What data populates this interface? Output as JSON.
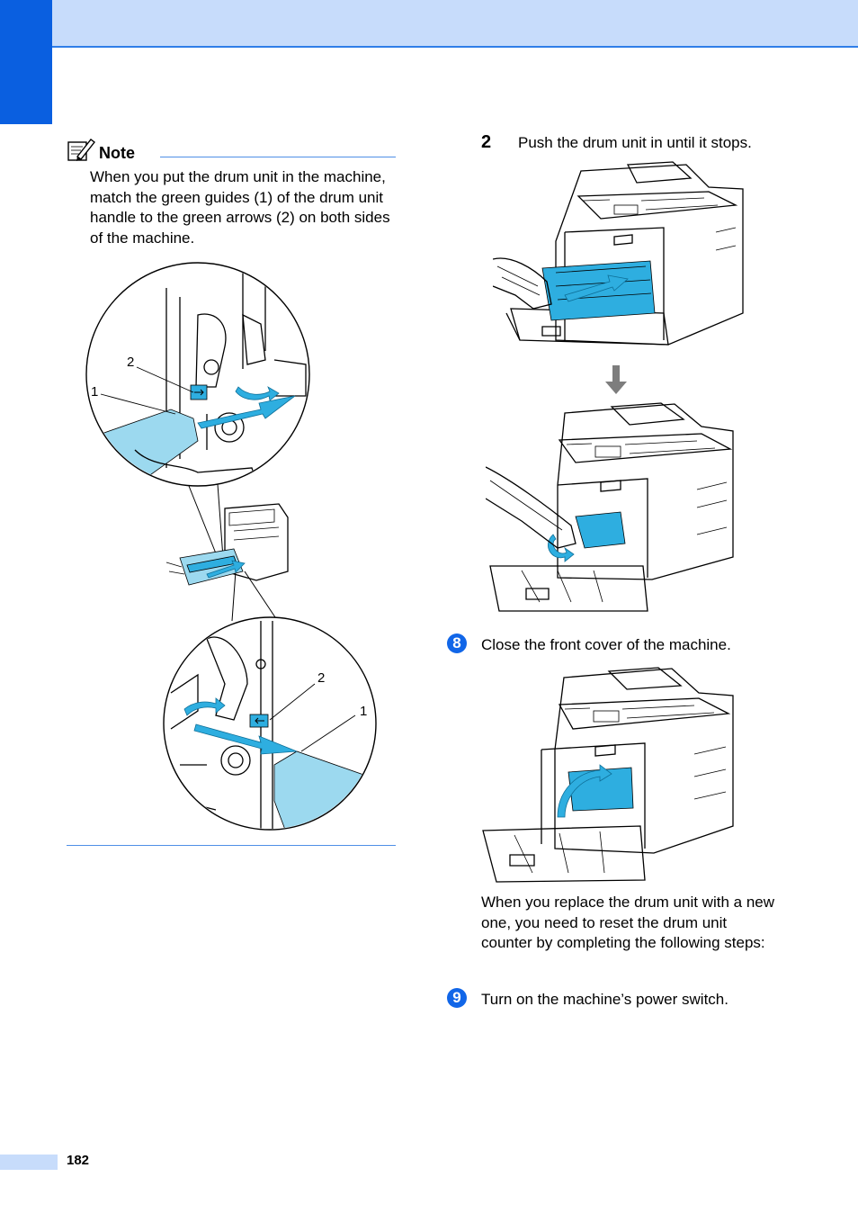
{
  "note": {
    "title": "Note",
    "text": "When you put the drum unit in the machine, match the green guides (1) of the drum unit handle to the green arrows (2) on both sides of the machine.",
    "callouts": {
      "top_2": "2",
      "top_1": "1",
      "bottom_2": "2",
      "bottom_1": "1"
    }
  },
  "steps": [
    {
      "number": "2",
      "text": "Push the drum unit in until it stops."
    },
    {
      "number": "8",
      "text": "Close the front cover of the machine."
    },
    {
      "number": "",
      "text": "When you replace the drum unit with a new one, you need to reset the drum unit counter by completing the following steps:"
    },
    {
      "number": "9",
      "text": "Turn on the machine’s power switch."
    }
  ],
  "footer": {
    "page_number": "182"
  },
  "icons": [
    "note-pencil-icon",
    "down-arrow-icon"
  ],
  "colors": {
    "accent": "#0a5fe0",
    "header_band": "#c7dcfb",
    "rule": "#4f8fe6",
    "illustration_cyan": "#2eaee0"
  }
}
